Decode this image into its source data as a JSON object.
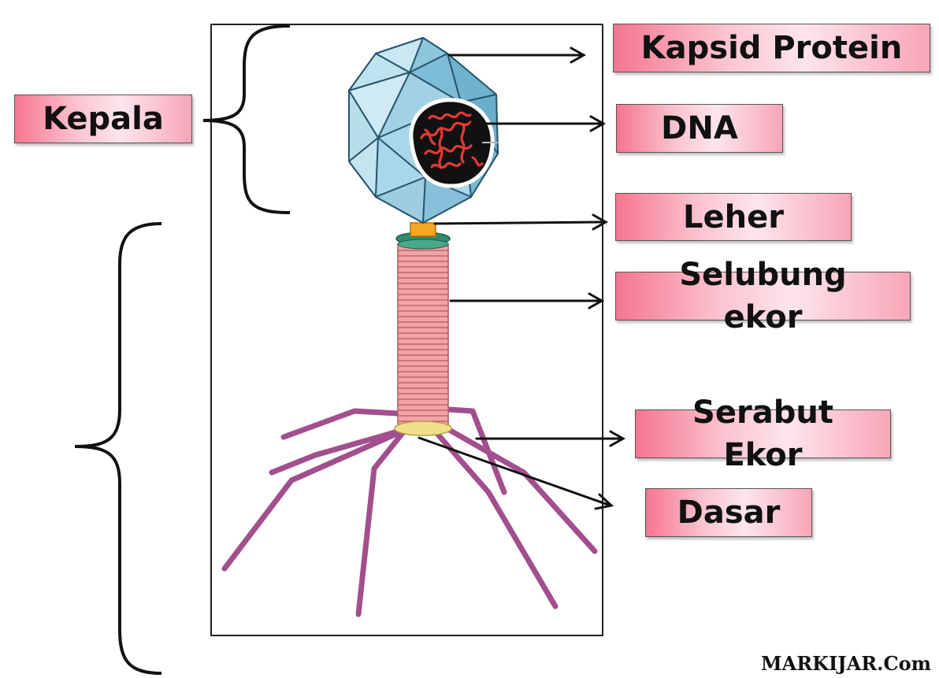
{
  "labels": {
    "kepala": "Kepala",
    "kapsid_protein": "Kapsid Protein",
    "dna": "DNA",
    "leher": "Leher",
    "selubung_ekor": "Selubung\nekor",
    "serabut_ekor": "Serabut\nEkor",
    "dasar": "Dasar"
  },
  "credit": "MARKIJAR.Com",
  "colors": {
    "capsid": "#a9d6e8",
    "capsid_dark": "#6fb3cf",
    "dna": "#e53935",
    "neck": "#f5a623",
    "collar": "#2e8b6e",
    "sheath": "#f2a3a6",
    "baseplate": "#f0e08a",
    "fibers": "#a24f8d",
    "label_fill": "#f6758f"
  }
}
